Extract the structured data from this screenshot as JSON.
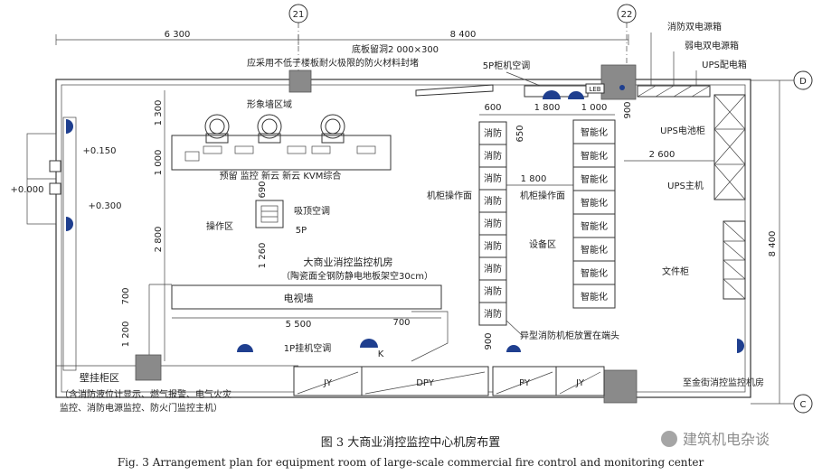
{
  "grid": {
    "axis_21": "21",
    "axis_22": "22",
    "axis_d": "D",
    "axis_c": "C"
  },
  "dims": {
    "top_left": "6 300",
    "top_right": "8 400",
    "right_vertical": "8 400",
    "left_1300": "1 300",
    "left_1000": "1 000",
    "left_2800": "2 800",
    "left_1200": "1 200",
    "left_700": "700",
    "d690": "690",
    "d1260": "1 260",
    "d5500": "5 500",
    "d700_tv": "700",
    "d600": "600",
    "d1800_top": "1 800",
    "d1000": "1 000",
    "d900_top": "900",
    "d650": "650",
    "d1800_mid": "1 800",
    "d2600": "2 600",
    "d900_bottom": "900"
  },
  "levels": {
    "l1": "+0.150",
    "l2": "+0.000",
    "l3": "+0.300"
  },
  "notes": {
    "floor_hole": "底板留洞2 000×300",
    "fire_seal": "应采用不低于楼板耐火极限的防火材料封堵",
    "ac_5p_cabinet": "5P柜机空调",
    "fire_dual_power": "消防双电源箱",
    "weak_dual_power": "弱电双电源箱",
    "ups_distribution": "UPS配电箱",
    "leb": "LEB",
    "image_wall": "形象墙区域",
    "console_labels": "预留 监控 新云 新云 KVM综合",
    "ceiling_ac": "吸顶空调",
    "ceiling_ac_power": "5P",
    "operation_area": "操作区",
    "room_name": "大商业消控监控机房",
    "room_floor": "（陶瓷面全钢防静电地板架空30cm）",
    "tv_wall": "电视墙",
    "ac_1p": "1P挂机空调",
    "k_mark": "K",
    "wall_cabinet_area": "壁挂柜区",
    "wall_cabinet_line1": "（含消防液位计显示、燃气报警、电气火灾",
    "wall_cabinet_line2": "监控、消防电源监控、防火门监控主机）",
    "to_jinjie": "至金街消控监控机房",
    "ops_face_left": "机柜操作面",
    "ops_face_right": "机柜操作面",
    "equipment_area": "设备区",
    "ups_battery": "UPS电池柜",
    "ups_host": "UPS主机",
    "file_cabinet": "文件柜",
    "special_cabinet": "异型消防机柜放置在端头"
  },
  "fire_cabinets": [
    "消防",
    "消防",
    "消防",
    "消防",
    "消防",
    "消防",
    "消防",
    "消防",
    "消防"
  ],
  "smart_cabinets": [
    "智能化",
    "智能化",
    "智能化",
    "智能化",
    "智能化",
    "智能化",
    "智能化",
    "智能化"
  ],
  "bottom_cabinets": [
    "JY",
    "DPY",
    "PY",
    "JY"
  ],
  "caption": {
    "cn": "图 3   大商业消控监控中心机房布置",
    "en": "Fig. 3   Arrangement plan for equipment room of large-scale commercial fire control and monitoring center"
  },
  "watermark": "建筑机电杂谈"
}
